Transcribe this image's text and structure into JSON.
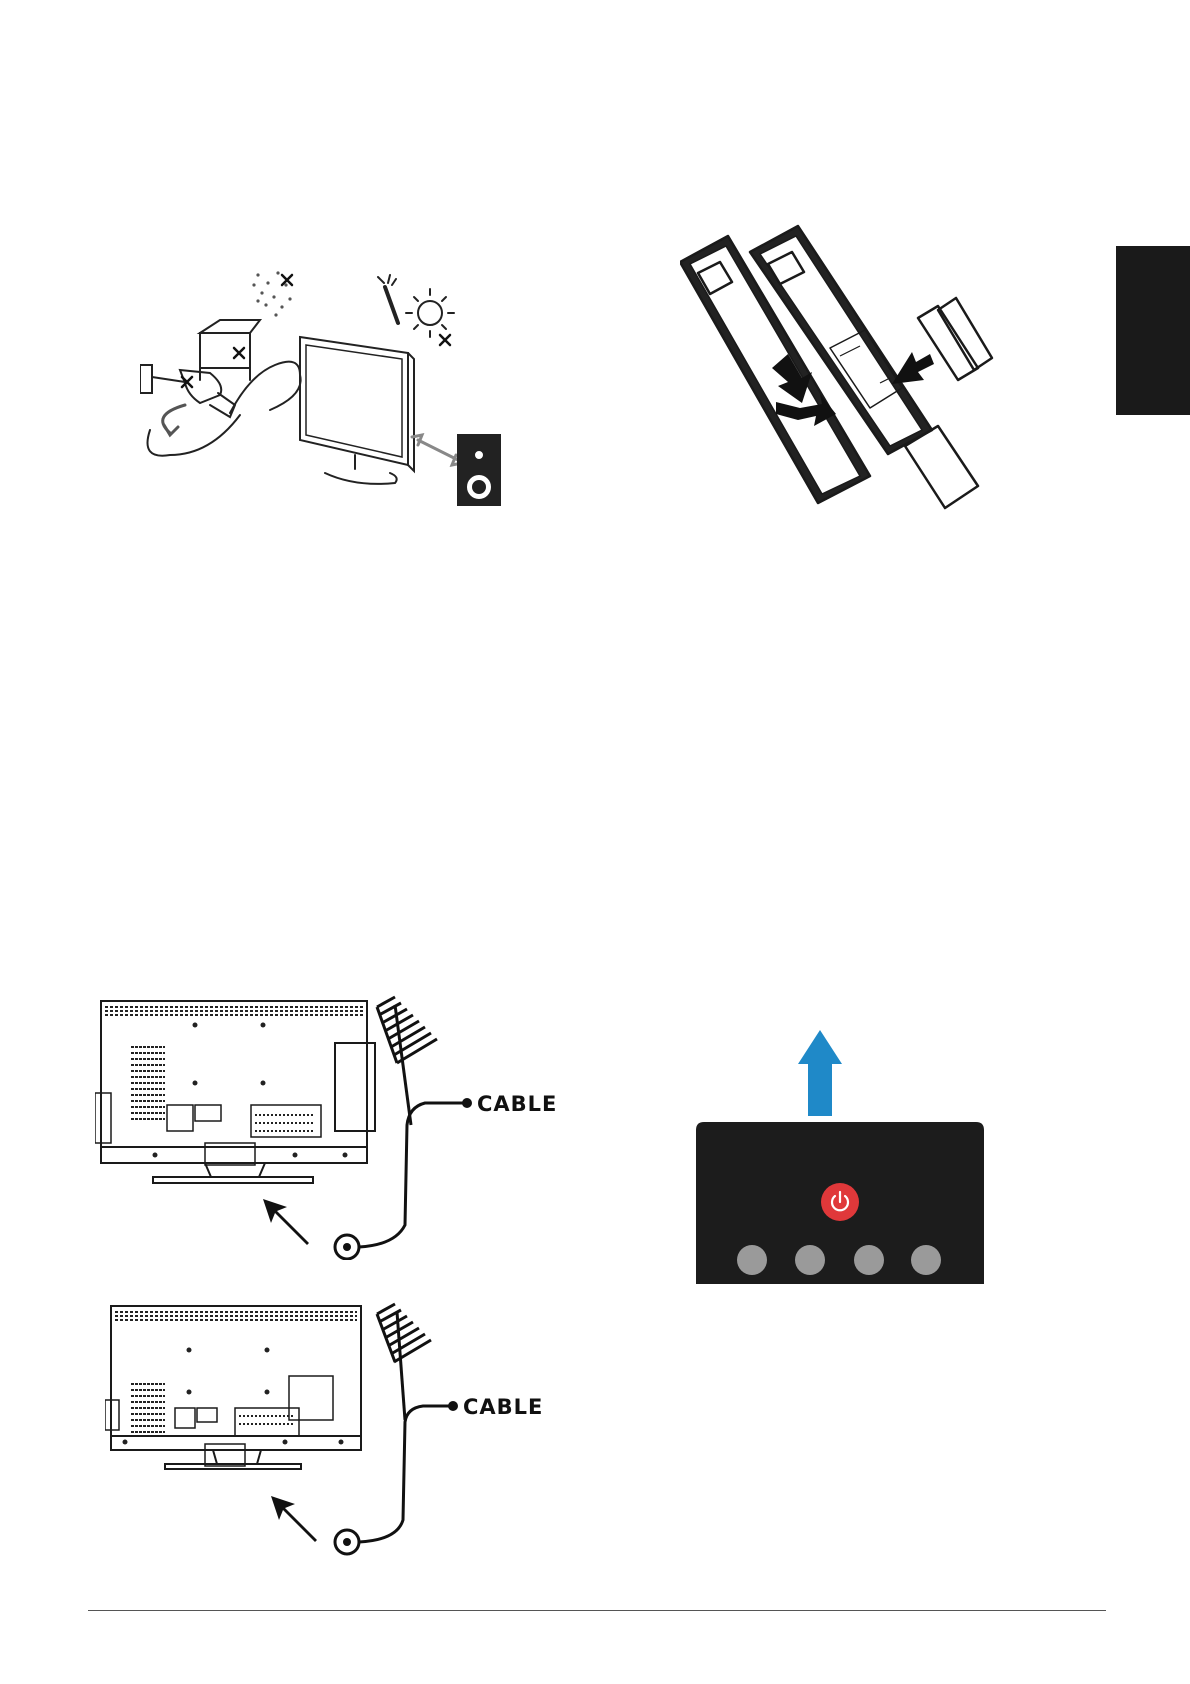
{
  "cable_label_1": "CABLE",
  "cable_label_2": "CABLE",
  "illustrations": {
    "safety": "tv-safety-warnings-illustration",
    "remote": "remote-battery-insertion-illustration",
    "antenna_top": "tv-rear-antenna-connection-illustration",
    "antenna_bottom": "tv-rear-antenna-connection-illustration",
    "power": "tv-power-button-panel-illustration"
  },
  "colors": {
    "power_button": "#e0383a",
    "arrow_blue": "#1f89c8",
    "panel": "#1c1c1c",
    "side_tab": "#1a1a1a",
    "round_buttons": "#9a9a9a"
  }
}
